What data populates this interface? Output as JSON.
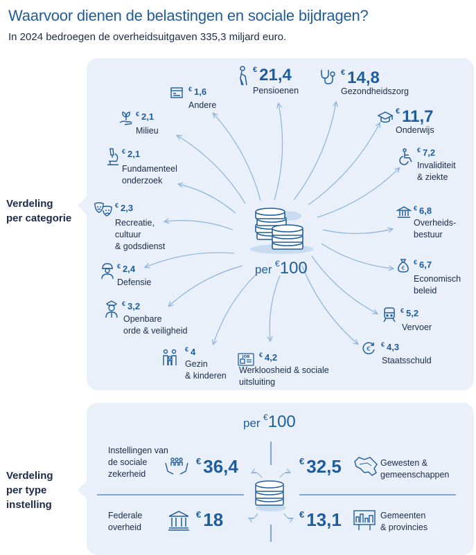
{
  "title": "Waarvoor dienen de belastingen en sociale bijdragen?",
  "subtitle": "In 2024 bedroegen de overheidsuitgaven 335,3 miljard euro.",
  "currency_symbol": "€",
  "per_label": "per",
  "per_amount": "100",
  "section1_label": [
    "Verdeling",
    "per categorie"
  ],
  "section2_label": [
    "Verdeling",
    "per type",
    "instelling"
  ],
  "colors": {
    "accent": "#1f5c9e",
    "panel": "#e9f0f9",
    "text": "#1b2a4a"
  },
  "categories": [
    {
      "id": "pensioenen",
      "value": "21,4",
      "label": [
        "Pensioenen"
      ],
      "icon": "elderly-icon"
    },
    {
      "id": "gezondheidszorg",
      "value": "14,8",
      "label": [
        "Gezondheidszorg"
      ],
      "icon": "stethoscope-icon"
    },
    {
      "id": "onderwijs",
      "value": "11,7",
      "label": [
        "Onderwijs"
      ],
      "icon": "graduation-cap-icon"
    },
    {
      "id": "invaliditeit",
      "value": "7,2",
      "label": [
        "Invaliditeit",
        "& ziekte"
      ],
      "icon": "wheelchair-icon"
    },
    {
      "id": "overheidsbestuur",
      "value": "6,8",
      "label": [
        "Overheids-",
        "bestuur"
      ],
      "icon": "government-building-icon"
    },
    {
      "id": "economisch",
      "value": "6,7",
      "label": [
        "Economisch",
        "beleid"
      ],
      "icon": "money-bag-icon"
    },
    {
      "id": "vervoer",
      "value": "5,2",
      "label": [
        "Vervoer"
      ],
      "icon": "train-icon"
    },
    {
      "id": "staatsschuld",
      "value": "4,3",
      "label": [
        "Staatsschuld"
      ],
      "icon": "euro-cycle-icon"
    },
    {
      "id": "werkloosheid",
      "value": "4,2",
      "label": [
        "Werkloosheid & sociale",
        "uitsluiting"
      ],
      "icon": "job-newspaper-icon"
    },
    {
      "id": "gezin",
      "value": "4",
      "label": [
        "Gezin",
        "& kinderen"
      ],
      "icon": "family-icon"
    },
    {
      "id": "openbare",
      "value": "3,2",
      "label": [
        "Openbare",
        "orde & veiligheid"
      ],
      "icon": "police-officer-icon"
    },
    {
      "id": "defensie",
      "value": "2,4",
      "label": [
        "Defensie"
      ],
      "icon": "soldier-icon"
    },
    {
      "id": "recreatie",
      "value": "2,3",
      "label": [
        "Recreatie,",
        "cultuur",
        "& godsdienst"
      ],
      "icon": "theatre-masks-icon"
    },
    {
      "id": "onderzoek",
      "value": "2,1",
      "label": [
        "Fundamenteel",
        "onderzoek"
      ],
      "icon": "microscope-icon"
    },
    {
      "id": "milieu",
      "value": "2,1",
      "label": [
        "Milieu"
      ],
      "icon": "plant-hand-icon"
    },
    {
      "id": "andere",
      "value": "1,6",
      "label": [
        "Andere"
      ],
      "icon": "document-icon"
    }
  ],
  "institutions": [
    {
      "id": "sociale",
      "value": "36,4",
      "label": [
        "Instellingen van",
        "de sociale",
        "zekerheid"
      ],
      "icon": "people-hands-icon"
    },
    {
      "id": "gewesten",
      "value": "32,5",
      "label": [
        "Gewesten &",
        "gemeenschappen"
      ],
      "icon": "belgium-map-icon"
    },
    {
      "id": "federaal",
      "value": "18",
      "label": [
        "Federale",
        "overheid"
      ],
      "icon": "federal-building-icon"
    },
    {
      "id": "gemeenten",
      "value": "13,1",
      "label": [
        "Gemeenten",
        "& provincies"
      ],
      "icon": "city-sign-icon"
    }
  ]
}
